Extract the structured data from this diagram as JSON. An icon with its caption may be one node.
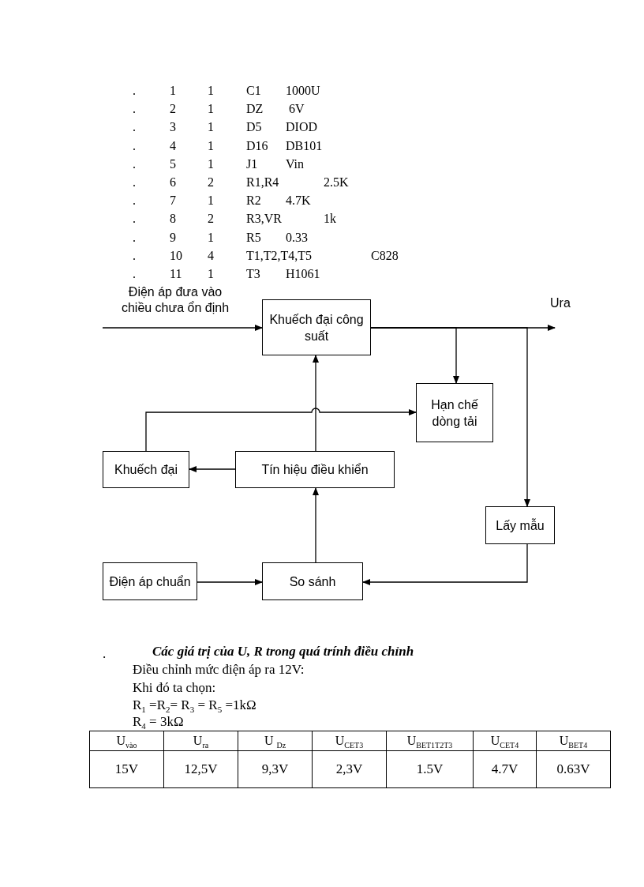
{
  "diagram": {
    "nodes": [
      {
        "text": [
          "Khuếch đại công suất"
        ]
      },
      {
        "text": [
          "Hạn chế dòng tải"
        ]
      },
      {
        "text": [
          "Khuếch đại"
        ]
      },
      {
        "text": [
          "Tín hiệu điều khiển"
        ]
      },
      {
        "text": [
          "Lấy mẫu"
        ]
      },
      {
        "text": [
          "Điện áp chuẩn"
        ]
      },
      {
        "text": [
          "So sánh"
        ]
      }
    ],
    "edges": [
      {
        "from": null,
        "to": 0,
        "arrow": "to"
      },
      {
        "from": 0,
        "to": null,
        "arrow": "to"
      },
      {
        "from": 0,
        "to": 1,
        "arrow": "to"
      },
      {
        "from": 0,
        "to": 4,
        "arrow": "to"
      },
      {
        "from": 2,
        "to": 1,
        "arrow": "to"
      },
      {
        "from": 3,
        "to": 0,
        "arrow": "to"
      },
      {
        "from": 3,
        "to": 2,
        "arrow": "to"
      },
      {
        "from": 6,
        "to": 3,
        "arrow": "to"
      },
      {
        "from": 5,
        "to": 6,
        "arrow": "to"
      },
      {
        "from": 4,
        "to": 6,
        "arrow": "to"
      }
    ],
    "labels": [
      ".",
      "1",
      "1",
      "C1",
      "1000U",
      ".",
      "2",
      "1",
      "DZ",
      "6V",
      ".",
      "3",
      "1",
      "D5",
      "DIOD",
      ".",
      "4",
      "1",
      "D16",
      "DB101",
      ".",
      "5",
      "1",
      "J1",
      "Vin",
      ".",
      "6",
      "2",
      "R1,R4",
      "2.5K",
      ".",
      "7",
      "1",
      "R2",
      "4.7K",
      ".",
      "8",
      "2",
      "R3,VR",
      "1k",
      ".",
      "9",
      "1",
      "R5",
      "0.33",
      ".",
      "10",
      "4",
      "T1,T2,T4,T5",
      "C828",
      ".",
      "11",
      "1",
      "T3",
      "H1061",
      "Điện áp đưa vào chiều chưa ổn định",
      "Ura",
      ".",
      "Các giá trị của U, R trong quá trính điều chỉnh",
      "Điều chỉnh mức điện áp ra 12V:",
      "Khi đó ta chọn:",
      "R$_{1}$ =R$_{2}$= R$_{3}$ = R$_{5}$ =1kΩ",
      "R$_{4}$ = 3kΩ",
      "U$_{vào}$",
      "U$_{ra}$",
      "U $_{Dz}$",
      "U$_{CET3}$",
      "U$_{BET1T2T3}$",
      "U$_{CET4}$",
      "U$_{BET4}$",
      "15V",
      "12,5V",
      "9,3V",
      "2,3V",
      "1.5V",
      "4.7V",
      "0.63V"
    ]
  }
}
